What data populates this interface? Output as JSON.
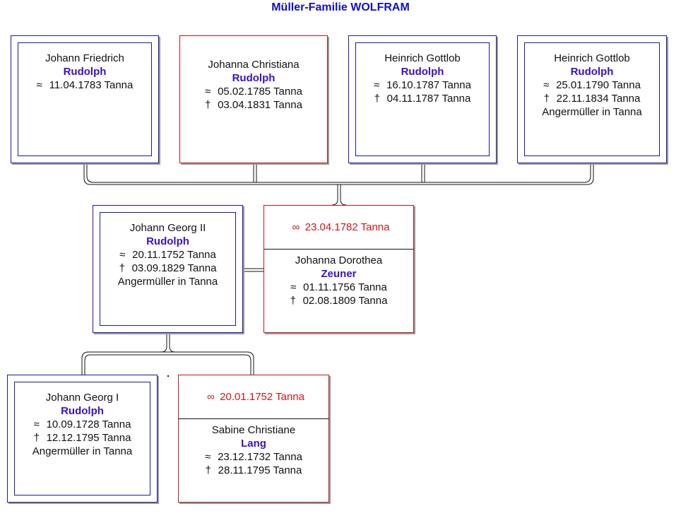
{
  "title": "Müller-Familie WOLFRAM",
  "symbols": {
    "baptism": "≈",
    "death": "†",
    "marriage": "∞"
  },
  "colors": {
    "title": "#1010c8",
    "surname": "#3a10c8",
    "male_frame": "#1a1aa0",
    "female_frame": "#c01818",
    "marriage_text": "#d01818"
  },
  "children": [
    {
      "given": "Johann Friedrich",
      "surname": "Rudolph",
      "baptism": "11.04.1783 Tanna",
      "death": "",
      "occupation": ""
    },
    {
      "given": "Johanna Christiana",
      "surname": "Rudolph",
      "baptism": "05.02.1785 Tanna",
      "death": "03.04.1831 Tanna",
      "occupation": ""
    },
    {
      "given": "Heinrich Gottlob",
      "surname": "Rudolph",
      "baptism": "16.10.1787 Tanna",
      "death": "04.11.1787 Tanna",
      "occupation": ""
    },
    {
      "given": "Heinrich Gottlob",
      "surname": "Rudolph",
      "baptism": "25.01.1790 Tanna",
      "death": "22.11.1834 Tanna",
      "occupation": "Angermüller in Tanna"
    }
  ],
  "parents": {
    "father": {
      "given": "Johann Georg II",
      "surname": "Rudolph",
      "baptism": "20.11.1752 Tanna",
      "death": "03.09.1829 Tanna",
      "occupation": "Angermüller in Tanna"
    },
    "mother": {
      "marriage": "23.04.1782 Tanna",
      "given": "Johanna Dorothea",
      "surname": "Zeuner",
      "baptism": "01.11.1756 Tanna",
      "death": "02.08.1809 Tanna"
    }
  },
  "grandparents": {
    "father": {
      "given": "Johann Georg I",
      "surname": "Rudolph",
      "baptism": "10.09.1728 Tanna",
      "death": "12.12.1795 Tanna",
      "occupation": "Angermüller in Tanna"
    },
    "mother": {
      "marriage": "20.01.1752 Tanna",
      "given": "Sabine Christiane",
      "surname": "Lang",
      "baptism": "23.12.1732 Tanna",
      "death": "28.11.1795 Tanna"
    }
  }
}
